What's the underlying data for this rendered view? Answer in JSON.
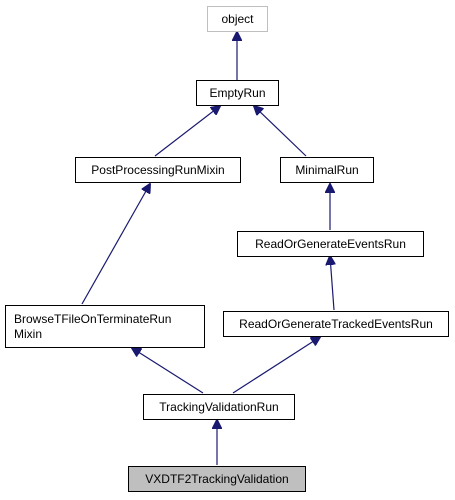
{
  "diagram": {
    "nodes": {
      "object": {
        "label": "object"
      },
      "empty_run": {
        "label": "EmptyRun"
      },
      "post_processing": {
        "label": "PostProcessingRunMixin"
      },
      "minimal_run": {
        "label": "MinimalRun"
      },
      "read_or_generate": {
        "label": "ReadOrGenerateEventsRun"
      },
      "browse_tfile": {
        "label_line1": "BrowseTFileOnTerminateRun",
        "label_line2": "Mixin"
      },
      "read_or_generate_tracked": {
        "label": "ReadOrGenerateTrackedEventsRun"
      },
      "tracking_validation": {
        "label": "TrackingValidationRun"
      },
      "vxdtf2": {
        "label": "VXDTF2TrackingValidation"
      }
    },
    "colors": {
      "edge": "#191970",
      "highlight_fill": "#bfbfbf",
      "muted_border": "#bfbfbf"
    }
  }
}
